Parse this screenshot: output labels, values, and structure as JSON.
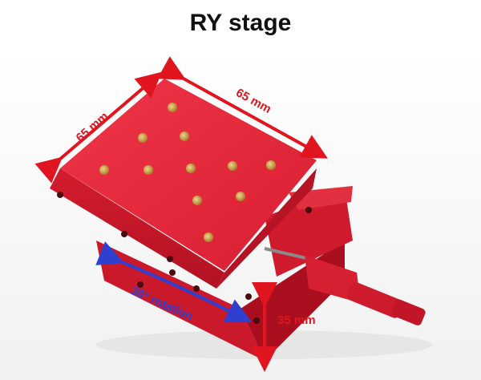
{
  "title": "RY stage",
  "annotations": {
    "width_left": "65 mm",
    "width_right": "65 mm",
    "rotation": "30° rotation",
    "height": "35 mm"
  },
  "colors": {
    "stage_red": "#e8293a",
    "dimension_arrow": "#e0151f",
    "rotation_arrow": "#2f3fd0",
    "brass": "#c9a24a"
  }
}
